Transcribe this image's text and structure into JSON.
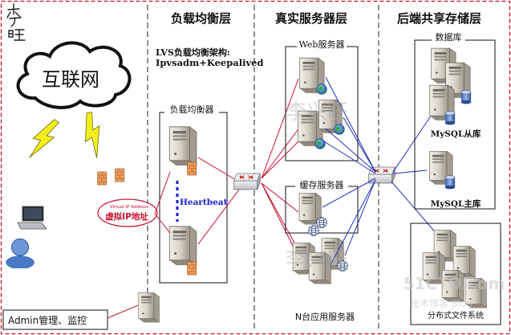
{
  "layers": {
    "lb": "负载均衡层",
    "real": "真实服务器层",
    "storage": "后端共享存储层"
  },
  "internet": "互联网",
  "lvs": {
    "line1": "LVS负载均衡架构:",
    "line2": "Ipvsadm+Keepalived"
  },
  "lb_group": "负载均衡器",
  "heartbeat": "Heartbeat",
  "vip": {
    "en": "Virtual IP Address",
    "cn": "虚拟IP地址"
  },
  "web_group": "Web服务器",
  "cache_group": "缓存服务器",
  "app_label": "N台应用服务器",
  "db_group": "数据库",
  "mysql_slave": "MySQL从库",
  "mysql_master": "MySQL主库",
  "dfs": "分布式文件系统",
  "admin": "Admin管理、监控",
  "watermark": "李兴旺",
  "signature": "李兴旺",
  "site_watermark1": "51CTO.com",
  "site_watermark2": "技术博客 Blog",
  "colors": {
    "red_line": "#e0302c",
    "blue_line": "#1f2fb8",
    "dash_border": "#c8102e",
    "heartbeat": "#1a1ad6",
    "vip_red": "#d40000"
  }
}
